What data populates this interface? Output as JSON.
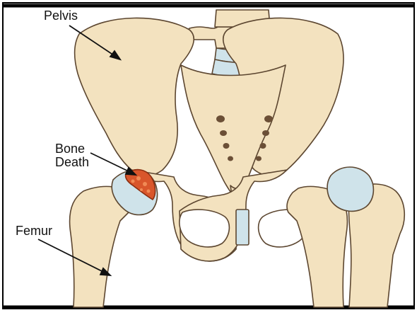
{
  "labels": {
    "pelvis": "Pelvis",
    "bone_death_line1": "Bone",
    "bone_death_line2": "Death",
    "femur": "Femur"
  },
  "colors": {
    "bone_fill": "#f3e2bf",
    "bone_outline": "#5c4630",
    "cartilage": "#cfe3ea",
    "necrosis": "#d9562b",
    "frame": "#000000"
  }
}
